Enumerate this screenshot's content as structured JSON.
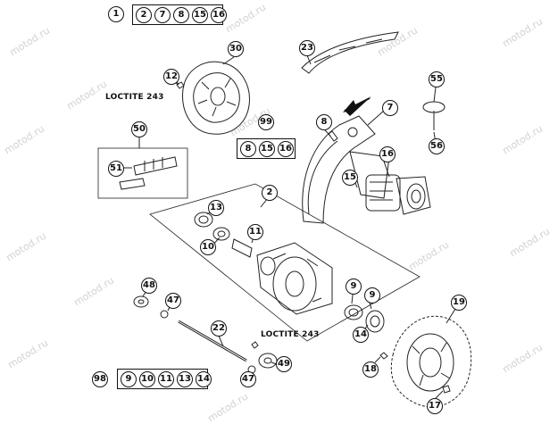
{
  "watermark": "motod.ru",
  "notes": {
    "loctite_top": "LOCTITE 243",
    "loctite_bottom": "LOCTITE 243"
  },
  "callouts": {
    "c1": "1",
    "c2": "2",
    "c7": "7",
    "c8": "8",
    "c9a": "9",
    "c9b": "9",
    "c10": "10",
    "c11": "11",
    "c12": "12",
    "c13": "13",
    "c14": "14",
    "c15": "15",
    "c16": "16",
    "c17": "17",
    "c18": "18",
    "c19": "19",
    "c22": "22",
    "c23": "23",
    "c30": "30",
    "c47a": "47",
    "c47b": "47",
    "c48": "48",
    "c49": "49",
    "c50": "50",
    "c51": "51",
    "c55": "55",
    "c56": "56",
    "c98": "98",
    "c99": "99"
  },
  "sets": {
    "top": [
      "2",
      "7",
      "8",
      "15",
      "16"
    ],
    "kit99": [
      "8",
      "15",
      "16"
    ],
    "kit98": [
      "9",
      "10",
      "11",
      "13",
      "14"
    ]
  }
}
